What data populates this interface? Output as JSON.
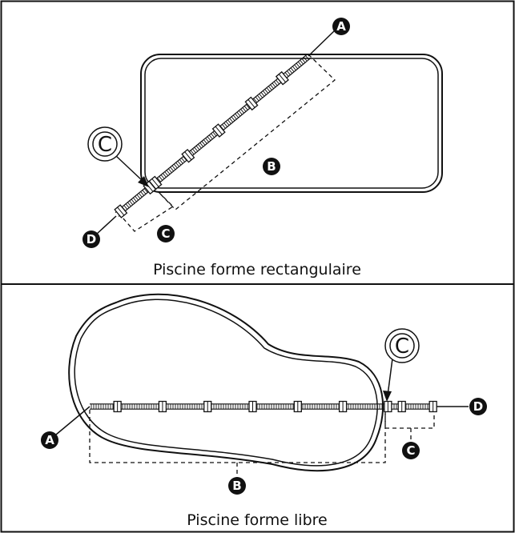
{
  "panels": [
    {
      "caption": "Piscine forme rectangulaire",
      "callouts": {
        "a": "A",
        "b": "B",
        "c": "C",
        "c_ring": "C",
        "d": "D"
      }
    },
    {
      "caption": "Piscine forme libre",
      "callouts": {
        "a": "A",
        "b": "B",
        "c": "C",
        "c_ring": "C",
        "d": "D"
      }
    }
  ],
  "colors": {
    "line": "#111111",
    "badge": "#111111",
    "background": "#ffffff"
  }
}
